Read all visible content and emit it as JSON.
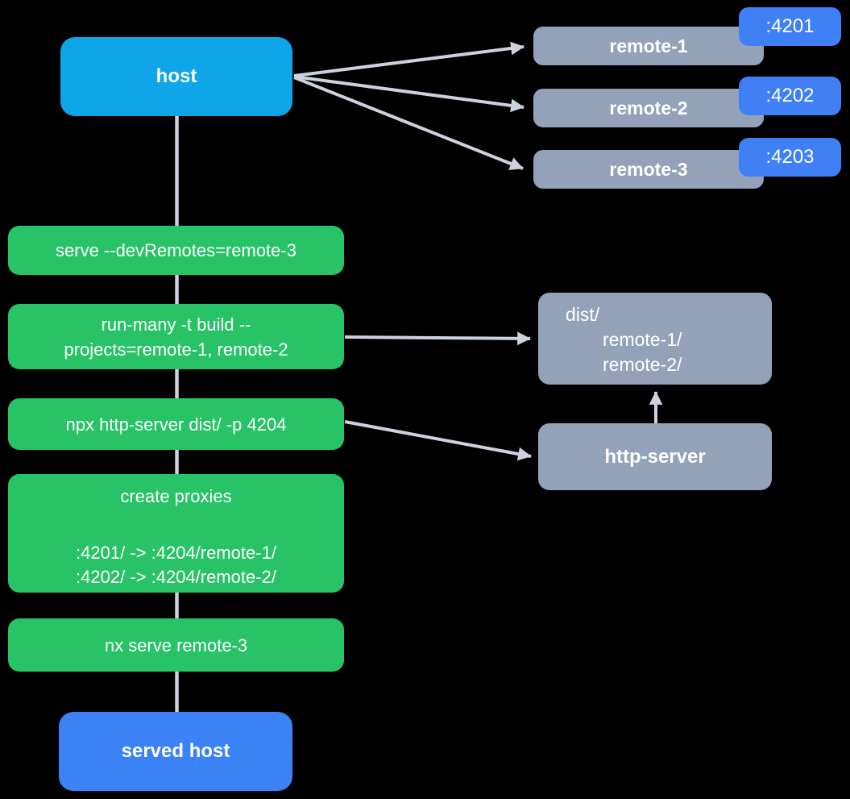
{
  "colors": {
    "background": "#000000",
    "host": "#0ea5e9",
    "command": "#27c366",
    "remote": "#93a2b8",
    "badge": "#3f80f7",
    "served_host": "#3b82f6",
    "connector": "#ccd3df",
    "text": "#ffffff"
  },
  "host": {
    "label": "host"
  },
  "remotes": [
    {
      "label": "remote-1",
      "port": ":4201"
    },
    {
      "label": "remote-2",
      "port": ":4202"
    },
    {
      "label": "remote-3",
      "port": ":4203"
    }
  ],
  "commands": [
    {
      "text": "serve --devRemotes=remote-3"
    },
    {
      "line1": "run-many -t build --",
      "line2": "projects=remote-1, remote-2"
    },
    {
      "text": "npx http-server dist/ -p 4204"
    },
    {
      "title": "create proxies",
      "mapping1": ":4201/ -> :4204/remote-1/",
      "mapping2": ":4202/ -> :4204/remote-2/"
    },
    {
      "text": "nx serve remote-3"
    }
  ],
  "dist_box": {
    "title": "dist/",
    "entries": [
      "remote-1/",
      "remote-2/"
    ]
  },
  "http_server": {
    "label": "http-server"
  },
  "served_host": {
    "label": "served host"
  },
  "edges": [
    {
      "from": "host",
      "to": "remote-1"
    },
    {
      "from": "host",
      "to": "remote-2"
    },
    {
      "from": "host",
      "to": "remote-3"
    },
    {
      "from": "host",
      "to": "served host",
      "via": "command chain"
    },
    {
      "from": "run-many -t build --projects=remote-1, remote-2",
      "to": "dist/"
    },
    {
      "from": "npx http-server dist/ -p 4204",
      "to": "http-server"
    },
    {
      "from": "http-server",
      "to": "dist/"
    }
  ]
}
